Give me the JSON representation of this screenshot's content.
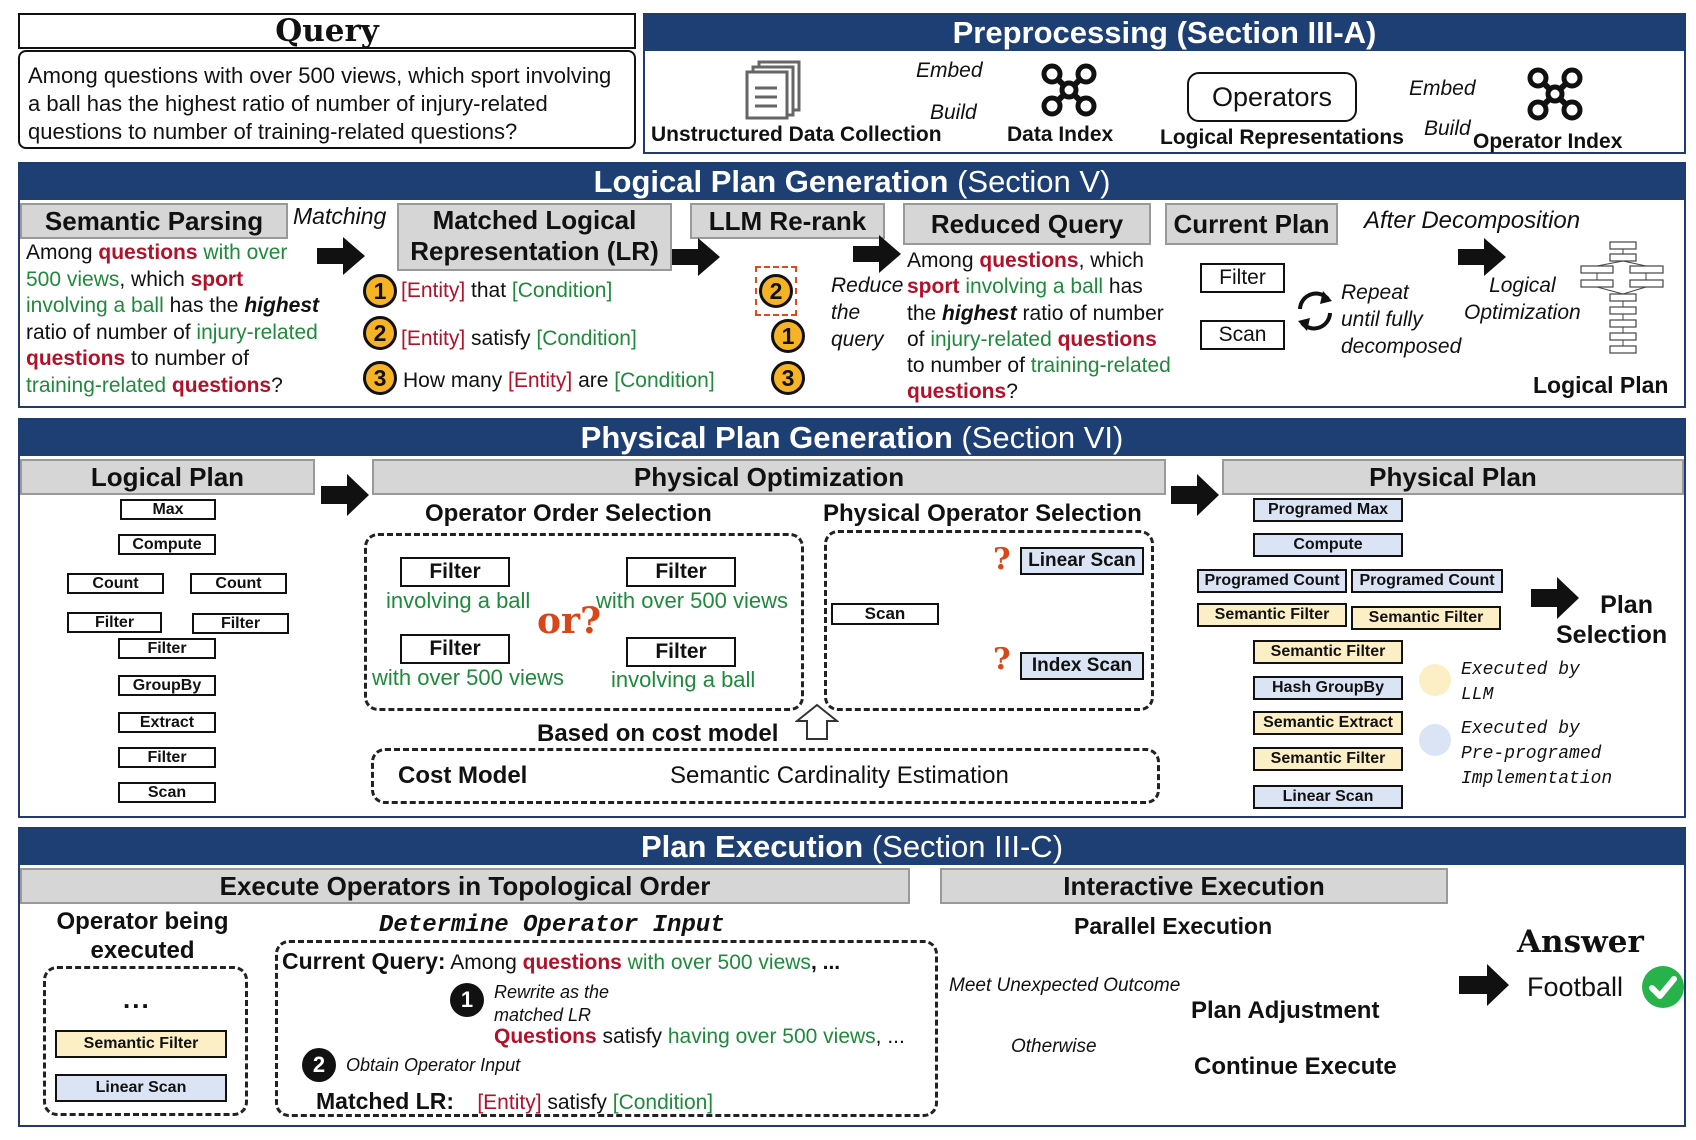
{
  "query": {
    "title": "Query",
    "text": "Among questions with over 500 views, which sport involving a ball has the highest ratio of number of injury-related questions to number of training-related questions?"
  },
  "preprocessing": {
    "title": "Preprocessing",
    "section": "(Section III-A)",
    "embed1": "Embed",
    "build1": "Build",
    "unstructured": "Unstructured Data Collection",
    "data_index": "Data Index",
    "operators": "Operators",
    "logical_reps": "Logical Representations",
    "embed2": "Embed",
    "build2": "Build",
    "operator_index": "Operator Index"
  },
  "logical": {
    "title": "Logical Plan Generation",
    "section": "(Section  V)",
    "semantic_parsing": "Semantic Parsing",
    "matching": "Matching",
    "matched_lr_1": "Matched Logical",
    "matched_lr_2": "Representation (LR)",
    "llm_rerank": "LLM Re-rank",
    "reduced_query": "Reduced Query",
    "current_plan": "Current Plan",
    "after_decomp": "After Decomposition",
    "sp": {
      "w1": "Among ",
      "q1": "questions",
      "g1": " with over",
      "g2": "500 views",
      "w2": ", which ",
      "s1": "sport",
      "g3": "involving a ball",
      "w3": " has the ",
      "h1": "highest",
      "w4": "ratio of number of ",
      "g4": "injury-related",
      "q2": "questions",
      "w5": " to number of",
      "g5": "training-related ",
      "q3": "questions",
      "w6": "?"
    },
    "lr1_entity": "[Entity]",
    "lr1_mid": " that ",
    "lr1_cond": "[Condition]",
    "lr2_entity": "[Entity]",
    "lr2_mid": " satisfy ",
    "lr2_cond": "[Condition]",
    "lr3_pre": "How many  ",
    "lr3_entity": "[Entity]",
    "lr3_mid": " are ",
    "lr3_cond": "[Condition]",
    "n1": "1",
    "n2": "2",
    "n3": "3",
    "reduce_1": "Reduce",
    "reduce_2": "the",
    "reduce_3": "query",
    "rq": {
      "w1": "Among ",
      "q1": "questions",
      "w2": ", which",
      "s1": "sport",
      "g1": " involving a ball",
      "w3": " has",
      "w4": "the ",
      "h1": "highest",
      "w5": " ratio of number",
      "w6": "of ",
      "g2": "injury-related ",
      "q2": "questions",
      "w7": "to number of ",
      "g3": "training-related",
      "q3": "questions",
      "w8": "?"
    },
    "filter": "Filter",
    "scan": "Scan",
    "repeat_1": "Repeat",
    "repeat_2": "until fully",
    "repeat_3": "decomposed",
    "logical_opt_1": "Logical",
    "logical_opt_2": "Optimization",
    "logical_plan": "Logical Plan"
  },
  "physical": {
    "title": "Physical Plan Generation",
    "section": "(Section  VI)",
    "logical_plan": "Logical Plan",
    "physical_opt": "Physical Optimization",
    "physical_plan": "Physical Plan",
    "op_order": "Operator Order Selection",
    "phys_op_sel": "Physical Operator Selection",
    "lp_ops": {
      "max": "Max",
      "compute": "Compute",
      "count1": "Count",
      "count2": "Count",
      "filter1": "Filter",
      "filter2": "Filter",
      "filter3": "Filter",
      "groupby": "GroupBy",
      "extract": "Extract",
      "filter4": "Filter",
      "scan": "Scan"
    },
    "oo": {
      "filter_a": "Filter",
      "cond_a": "involving a ball",
      "filter_b": "Filter",
      "cond_b": "with over 500 views",
      "or": "or?",
      "filter_c": "Filter",
      "cond_c": "with over 500 views",
      "filter_d": "Filter",
      "cond_d": "involving a ball"
    },
    "pos": {
      "scan": "Scan",
      "linear": "Linear Scan",
      "index": "Index Scan",
      "q": "?"
    },
    "based_on": "Based on cost model",
    "cost_model": "Cost Model",
    "cardinality": "Semantic Cardinality Estimation",
    "pp_ops": {
      "max": "Programed Max",
      "compute": "Compute",
      "count1": "Programed Count",
      "count2": "Programed Count",
      "sf1": "Semantic Filter",
      "sf2": "Semantic Filter",
      "sf3": "Semantic Filter",
      "groupby": "Hash GroupBy",
      "extract": "Semantic Extract",
      "sf4": "Semantic Filter",
      "scan": "Linear Scan"
    },
    "plan_sel_1": "Plan",
    "plan_sel_2": "Selection",
    "exec_llm_1": "Executed by",
    "exec_llm_2": "LLM",
    "exec_pre_1": "Executed by",
    "exec_pre_2": "Pre-programed",
    "exec_pre_3": "Implementation",
    "colors": {
      "llm": "#fcefc6",
      "pre": "#dbe4f4"
    }
  },
  "execution": {
    "title": "Plan Execution",
    "section": "(Section III-C)",
    "topo": "Execute Operators in Topological Order",
    "interactive": "Interactive Execution",
    "op_being_1": "Operator being",
    "op_being_2": "executed",
    "dots": "...",
    "sem_filter": "Semantic Filter",
    "linear_scan": "Linear Scan",
    "determine": "Determine Operator Input",
    "current_query": "Current Query:",
    "cq_w1": " Among ",
    "cq_q": "questions",
    "cq_g": " with over 500 views",
    "cq_w2": ", ...",
    "step1_1": "Rewrite as the",
    "step1_2": "matched LR",
    "step2": "Obtain Operator Input",
    "rw_q": "Questions",
    "rw_w": " satisfy ",
    "rw_g": "having over 500 views",
    "rw_e": ", ...",
    "matched_lr": "Matched LR:",
    "mlr_entity": "[Entity]",
    "mlr_mid": " satisfy ",
    "mlr_cond": "[Condition]",
    "n1": "1",
    "n2": "2",
    "parallel": "Parallel Execution",
    "meet": "Meet  Unexpected Outcome",
    "plan_adj": "Plan Adjustment",
    "otherwise": "Otherwise",
    "continue": "Continue Execute",
    "answer": "Answer",
    "football": "Football"
  }
}
